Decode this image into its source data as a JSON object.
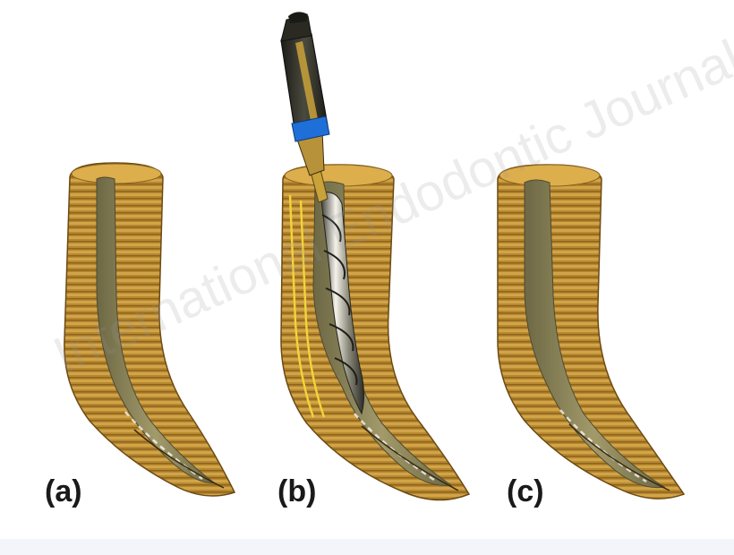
{
  "labels": {
    "a": "(a)",
    "b": "(b)",
    "c": "(c)"
  },
  "watermark": "International Endodontic Journal",
  "colors": {
    "dentin_light": "#c89a3c",
    "dentin_dark": "#7a5516",
    "dentin_top": "#d9aa48",
    "canal": "#8a8357",
    "canal_dark": "#5d5a3c",
    "instrument_handle": "#2a2a22",
    "instrument_gold": "#c9a23a",
    "instrument_blue": "#1f6fd8",
    "file_steel": "#d6d3c4",
    "gutta_line": "#f2d43a"
  }
}
